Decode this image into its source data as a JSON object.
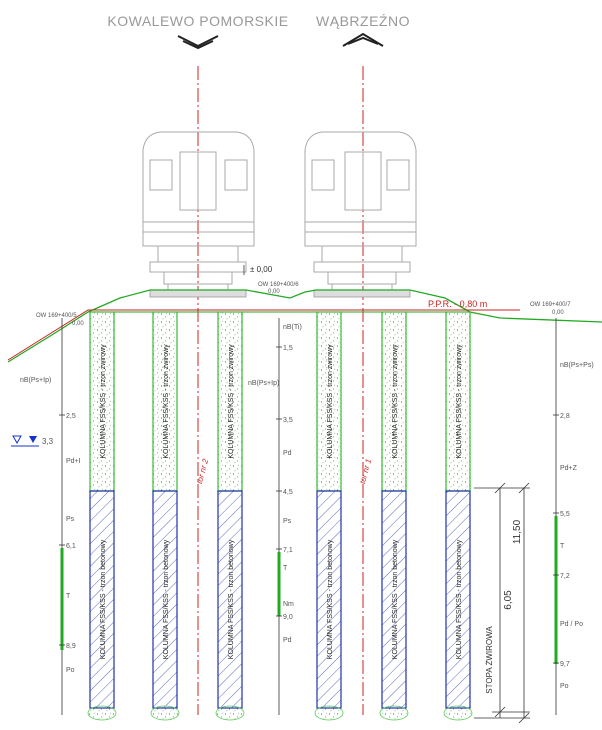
{
  "directions": {
    "left": "KOWALEWO POMORSKIE",
    "right": "WĄBRZEŹNO"
  },
  "track_labels": {
    "left": "tor nr 2",
    "right": "tor nr 1"
  },
  "elevations": {
    "rail_top": "± 0,00",
    "ppr": "P.P.R. - 0,80 m",
    "ow_left": "OW 169+400/5",
    "ow_mid": "OW 169+400/6",
    "ow_right": "OW 169+400/7",
    "ow_left_value": "0,00",
    "ow_mid_value": "0,00",
    "ow_right_value": "0,00"
  },
  "column": {
    "upper_label": "KOLUMNA FSS/KSS - trzon żwirowy",
    "lower_label": "KOLUMNA FSS/KSS - trzon betonowy",
    "foot_label": "STOPA ŻWIROWA"
  },
  "dimensions": {
    "total": "11,50",
    "lower": "6,05"
  },
  "groundwater": "3,3",
  "profiles": {
    "left": [
      {
        "text": "nB(Ps+Ip)"
      },
      {
        "text": "2,5"
      },
      {
        "text": "Pd+I"
      },
      {
        "text": "Ps"
      },
      {
        "text": "6,1"
      },
      {
        "text": "T"
      },
      {
        "text": "8,9"
      },
      {
        "text": "Po"
      }
    ],
    "middle": [
      {
        "text": "nB(Ps+Ip)"
      },
      {
        "text": "nB(Ti)"
      },
      {
        "text": "1,5"
      },
      {
        "text": "3,5"
      },
      {
        "text": "Pd"
      },
      {
        "text": "4,5"
      },
      {
        "text": "Ps"
      },
      {
        "text": "7,1"
      },
      {
        "text": "T"
      },
      {
        "text": "Nm"
      },
      {
        "text": "9,0"
      },
      {
        "text": "Pd"
      }
    ],
    "right": [
      {
        "text": "nB(Ps+Ps)"
      },
      {
        "text": "2,8"
      },
      {
        "text": "Pd+Z"
      },
      {
        "text": "5,5"
      },
      {
        "text": "T"
      },
      {
        "text": "7,2"
      },
      {
        "text": "Pd / Po"
      },
      {
        "text": "9,7"
      },
      {
        "text": "Po"
      }
    ]
  },
  "colors": {
    "centerline": "#cc2222",
    "ground": "#22aa22",
    "gravel": "#33bb33",
    "concrete": "#2233aa",
    "drawing": "#777777",
    "groundwater": "#1133cc"
  }
}
